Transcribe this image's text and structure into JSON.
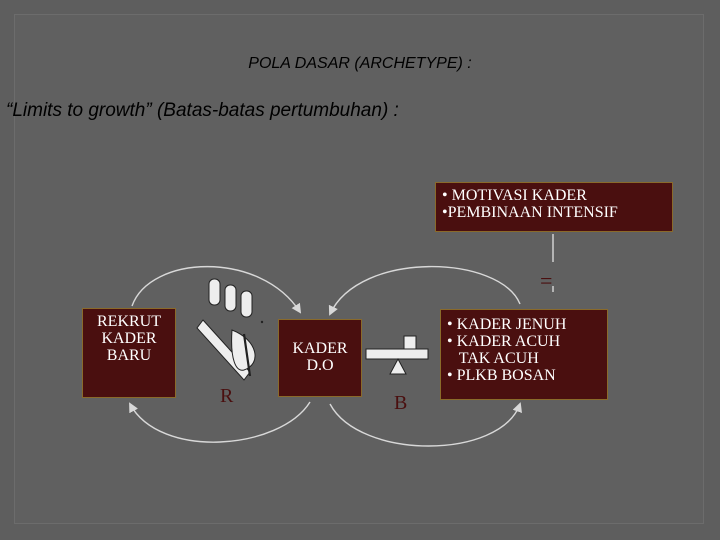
{
  "title": "POLA DASAR (ARCHETYPE) :",
  "subtitle": "“Limits to growth” (Batas-batas pertumbuhan) :",
  "boxes": {
    "motivasi": [
      "•  MOTIVASI KADER",
      "•PEMBINAAN INTENSIF"
    ],
    "rekrut": [
      "REKRUT",
      "KADER",
      "BARU"
    ],
    "kader": [
      "KADER",
      "D.O"
    ],
    "jenuh": [
      "• KADER JENUH",
      "• KADER ACUH",
      "   TAK ACUH",
      "• PLKB BOSAN"
    ]
  },
  "loop_labels": {
    "reinforcing": "R",
    "balancing": "B"
  },
  "delay_mark": "=",
  "colors": {
    "box_fill": "#4a0f0f",
    "arrow": "#d8d8d8",
    "label": "#4a0f0f"
  },
  "icons": [
    "hand-icon",
    "seesaw-icon"
  ]
}
